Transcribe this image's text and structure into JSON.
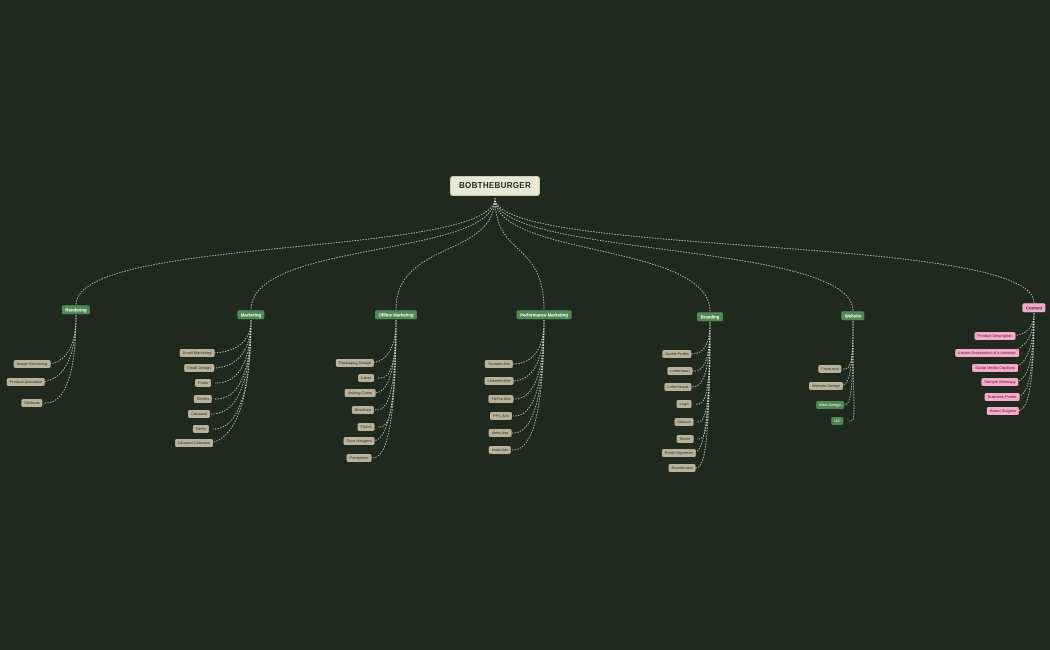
{
  "mindmap": {
    "root": {
      "label": "BOBTHEBURGER"
    },
    "branches": [
      {
        "label": "Rendering",
        "style": "green",
        "leaves": [
          {
            "label": "Image Rendering",
            "style": "tan"
          },
          {
            "label": "Product Animation",
            "style": "tan"
          },
          {
            "label": "Methods",
            "style": "tan"
          }
        ]
      },
      {
        "label": "Marketing",
        "style": "green",
        "leaves": [
          {
            "label": "Email Marketing",
            "style": "tan"
          },
          {
            "label": "Email Design",
            "style": "tan"
          },
          {
            "label": "Posts",
            "style": "tan"
          },
          {
            "label": "Stories",
            "style": "tan"
          },
          {
            "label": "Carousel",
            "style": "tan"
          },
          {
            "label": "Reels",
            "style": "tan"
          },
          {
            "label": "Inbound Calendar",
            "style": "tan"
          }
        ]
      },
      {
        "label": "Offline Marketing",
        "style": "green",
        "leaves": [
          {
            "label": "Packaging Design",
            "style": "tan"
          },
          {
            "label": "Label",
            "style": "tan"
          },
          {
            "label": "Visiting Cards",
            "style": "tan"
          },
          {
            "label": "Brochure",
            "style": "tan"
          },
          {
            "label": "Flyers",
            "style": "tan"
          },
          {
            "label": "Door Hangers",
            "style": "tan"
          },
          {
            "label": "Pamphlets",
            "style": "tan"
          }
        ]
      },
      {
        "label": "Performance Marketing",
        "style": "green",
        "leaves": [
          {
            "label": "Youtube Ads",
            "style": "tan"
          },
          {
            "label": "LinkedIn Ads",
            "style": "tan"
          },
          {
            "label": "TikTok Ads",
            "style": "tan"
          },
          {
            "label": "PPC Ads",
            "style": "tan"
          },
          {
            "label": "Meta Ads",
            "style": "tan"
          },
          {
            "label": "Insta Ads",
            "style": "tan"
          }
        ]
      },
      {
        "label": "Branding",
        "style": "green",
        "leaves": [
          {
            "label": "Social Profile",
            "style": "tan"
          },
          {
            "label": "Letterhead",
            "style": "tan"
          },
          {
            "label": "Letterheads",
            "style": "tan"
          },
          {
            "label": "Logo",
            "style": "tan"
          },
          {
            "label": "Mascot",
            "style": "tan"
          },
          {
            "label": "Name",
            "style": "tan"
          },
          {
            "label": "Email Signature",
            "style": "tan"
          },
          {
            "label": "Brandboard",
            "style": "tan"
          }
        ]
      },
      {
        "label": "Website",
        "style": "green",
        "leaves": [
          {
            "label": "Front-end",
            "style": "tan"
          },
          {
            "label": "Website Design",
            "style": "tan"
          },
          {
            "label": "Web Design",
            "style": "green"
          },
          {
            "label": "UX",
            "style": "green"
          }
        ]
      },
      {
        "label": "Content",
        "style": "pink",
        "leaves": [
          {
            "label": "Product Description",
            "style": "pink"
          },
          {
            "label": "Instant Screenshot of a calendar",
            "style": "pink"
          },
          {
            "label": "Social Media Captions",
            "style": "pink"
          },
          {
            "label": "Sample Webcopy",
            "style": "pink"
          },
          {
            "label": "Business Profile",
            "style": "pink"
          },
          {
            "label": "Brand Slogans",
            "style": "pink"
          }
        ]
      }
    ]
  },
  "colors": {
    "background": "#1f291d",
    "connector": "#dfe3cc",
    "branch_green": "#4f8a55",
    "branch_pink": "#f6a9c9",
    "leaf_tan": "#b8b19c"
  }
}
